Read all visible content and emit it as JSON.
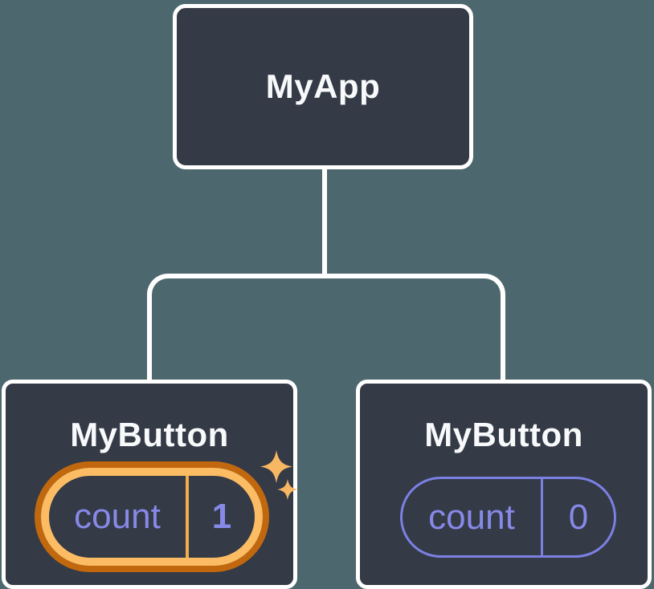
{
  "diagram": {
    "root": {
      "label": "MyApp"
    },
    "children": [
      {
        "label": "MyButton",
        "state_key": "count",
        "state_value": "1",
        "highlighted": true
      },
      {
        "label": "MyButton",
        "state_key": "count",
        "state_value": "0",
        "highlighted": false
      }
    ]
  },
  "colors": {
    "background": "#4D676E",
    "node_fill": "#343A46",
    "node_border": "#FFFFFF",
    "node_text": "#F7F9FB",
    "state_text": "#8789E8",
    "state_border": "#7B80E2",
    "highlight_outer": "#C1680F",
    "highlight_inner": "#FBBC64",
    "highlight_divider": "#F0AC4E",
    "sparkle": "#F7B763"
  }
}
